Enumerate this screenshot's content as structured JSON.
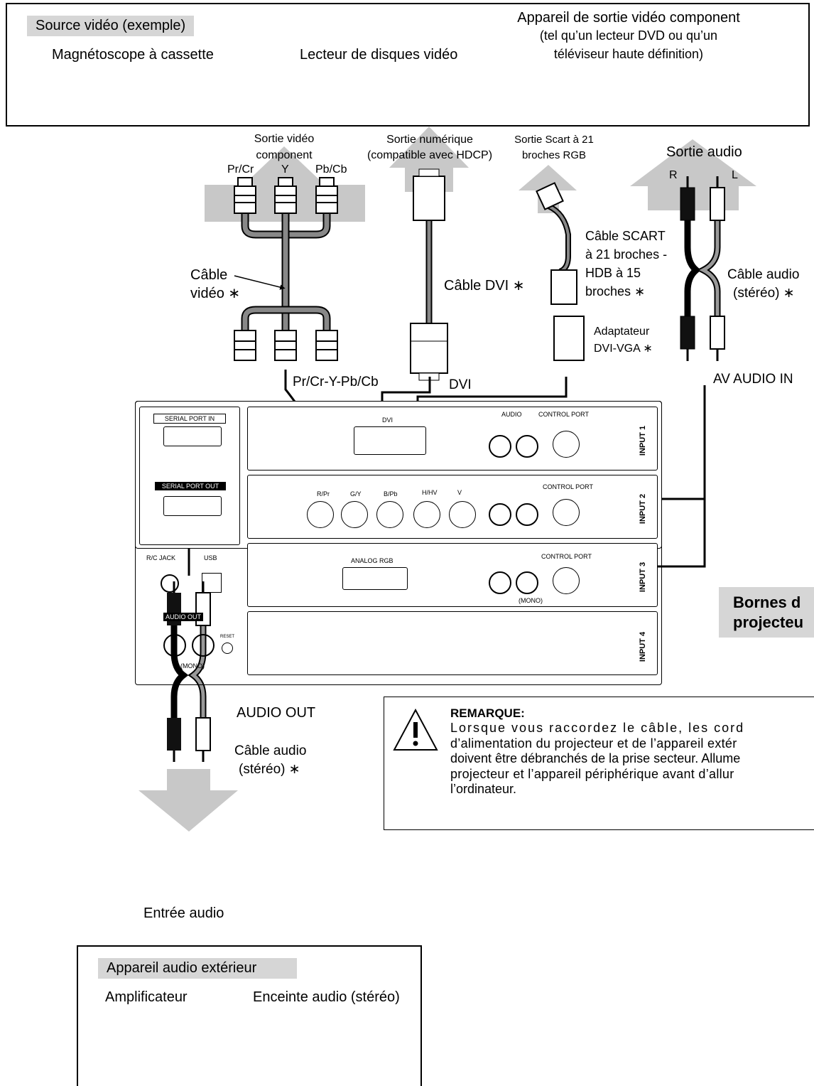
{
  "source_box": {
    "tag": "Source vidéo (exemple)",
    "vcr": "Magnétoscope à cassette",
    "disc": "Lecteur de disques vidéo",
    "component_title": "Appareil de sortie vidéo component",
    "component_sub1": "(tel qu’un lecteur DVD ou qu’un",
    "component_sub2": "téléviseur haute définition)"
  },
  "connectors": {
    "component_out_1": "Sortie vidéo",
    "component_out_2": "component",
    "pr": "Pr/Cr",
    "y": "Y",
    "pb": "Pb/Cb",
    "digital_out_1": "Sortie numérique",
    "digital_out_2": "(compatible avec HDCP)",
    "scart_out_1": "Sortie Scart à 21",
    "scart_out_2": "broches RGB",
    "audio_out_top": "Sortie audio",
    "r": "R",
    "l": "L",
    "video_cable_1": "Câble",
    "video_cable_2": "vidéo ∗",
    "dvi_cable": "Câble DVI ∗",
    "scart_cable_1": "Câble SCART",
    "scart_cable_2": "à 21 broches -",
    "scart_cable_3": "HDB à 15",
    "scart_cable_4": "broches ∗",
    "audio_cable_1": "Câble audio",
    "audio_cable_2": "(stéréo) ∗",
    "adapter_1": "Adaptateur",
    "adapter_2": "DVI-VGA ∗",
    "component_in": "Pr/Cr-Y-Pb/Cb",
    "dvi_in": "DVI",
    "av_audio_in": "AV AUDIO IN"
  },
  "projector": {
    "serial_in": "SERIAL PORT IN",
    "serial_out": "SERIAL PORT OUT",
    "rc_jack": "R/C JACK",
    "usb": "USB",
    "audio_out": "AUDIO OUT",
    "reset": "RESET",
    "mono": "(MONO)",
    "dvi": "DVI",
    "audio": "AUDIO",
    "control_port": "CONTROL PORT",
    "rpr": "R/Pr",
    "gy": "G/Y",
    "bpb": "B/Pb",
    "hhv": "H/HV",
    "v": "V",
    "analog_rgb": "ANALOG RGB",
    "input1": "INPUT 1",
    "input2": "INPUT 2",
    "input3": "INPUT 3",
    "input4": "INPUT 4",
    "bornes_1": "Bornes d",
    "bornes_2": "projecteu"
  },
  "bottom": {
    "audio_out_label": "AUDIO OUT",
    "audio_cable_1": "Câble audio",
    "audio_cable_2": "(stéréo) ∗",
    "audio_in": "Entrée audio",
    "ext_tag": "Appareil audio extérieur",
    "amp": "Amplificateur",
    "speaker": "Enceinte audio (stéréo)"
  },
  "note": {
    "title": "REMARQUE:",
    "line1": "Lorsque vous raccordez le câble, les cord",
    "line2": "d’alimentation du projecteur et de l’appareil extér",
    "line3": "doivent être débranchés de la prise secteur. Allume",
    "line4": "projecteur et l’appareil périphérique avant d’allur",
    "line5": "l’ordinateur."
  }
}
